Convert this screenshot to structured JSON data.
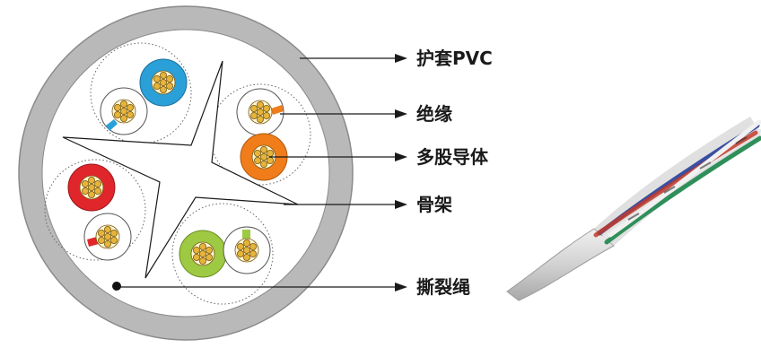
{
  "labels": {
    "sheath": "护套PVC",
    "insulation": "绝缘",
    "conductor": "多股导体",
    "spline": "骨架",
    "ripcord": "撕裂绳"
  },
  "colors": {
    "sheath": "#b9b9b9",
    "blue": "#2a9fd8",
    "orange": "#f07d1a",
    "red": "#e0262b",
    "green": "#9ec942",
    "copper": "#e6b43a",
    "line": "#1a1a1a"
  },
  "icons": {
    "arrowhead": "arrow-right-icon",
    "ripcord": "dot-icon"
  }
}
